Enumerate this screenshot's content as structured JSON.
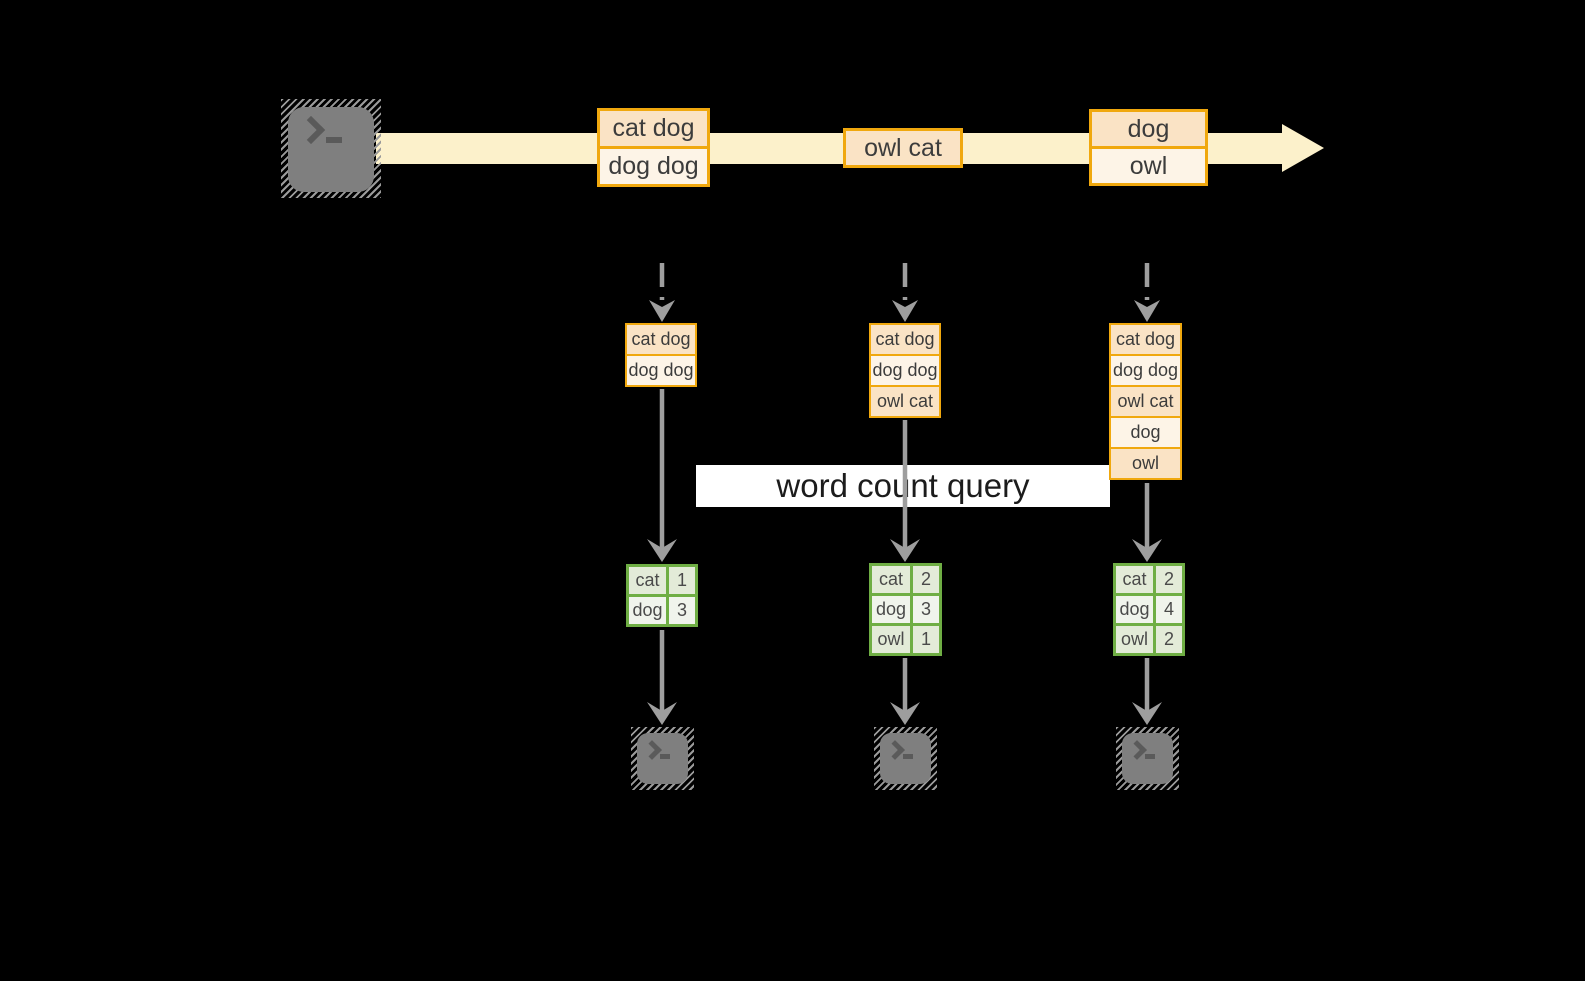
{
  "banner": {
    "label": "word count query"
  },
  "stream": {
    "events": [
      {
        "lines": [
          "cat dog",
          "dog dog"
        ]
      },
      {
        "lines": [
          "owl cat"
        ]
      },
      {
        "lines": [
          "dog",
          "owl"
        ]
      }
    ]
  },
  "columns": [
    {
      "buffer": [
        "cat dog",
        "dog dog"
      ],
      "counts": [
        [
          "cat",
          "1"
        ],
        [
          "dog",
          "3"
        ]
      ]
    },
    {
      "buffer": [
        "cat dog",
        "dog dog",
        "owl cat"
      ],
      "counts": [
        [
          "cat",
          "2"
        ],
        [
          "dog",
          "3"
        ],
        [
          "owl",
          "1"
        ]
      ]
    },
    {
      "buffer": [
        "cat dog",
        "dog dog",
        "owl cat",
        "dog",
        "owl"
      ],
      "counts": [
        [
          "cat",
          "2"
        ],
        [
          "dog",
          "4"
        ],
        [
          "owl",
          "2"
        ]
      ]
    }
  ],
  "icons": {
    "source": "terminal-icon",
    "outputs": [
      "terminal-icon",
      "terminal-icon",
      "terminal-icon"
    ]
  },
  "colors": {
    "background": "#000000",
    "stream_band": "#FCF1CB",
    "event_border": "#F0A80E",
    "event_fill_dark": "#FAE3C5",
    "event_fill_light": "#FDF4E7",
    "table_border": "#6FAE44",
    "table_fill_dark": "#E3EBD8",
    "table_fill_light": "#F0F4EC",
    "arrow_gray": "#9E9E9E",
    "terminal_gray": "#7F7F7F",
    "banner_bg": "#FFFFFF"
  }
}
